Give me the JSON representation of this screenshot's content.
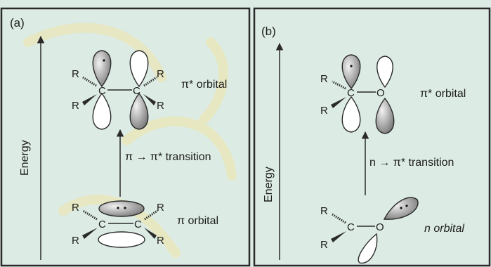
{
  "panels": [
    {
      "tag": "(a)",
      "energy_label": "Energy",
      "upper_label": "π* orbital",
      "lower_label": "π orbital",
      "transition_label": "π → π* transition",
      "substituent": "R",
      "carbon": "C"
    },
    {
      "tag": "(b)",
      "energy_label": "Energy",
      "upper_label": "π* orbital",
      "lower_label": "n orbital",
      "transition_label": "n → π* transition",
      "substituent": "R",
      "carbon": "C",
      "oxygen": "O"
    }
  ],
  "colors": {
    "background": "#dcebe4",
    "frame": "#2a2a2a",
    "shaded_lobe": "#8c8c8c",
    "open_lobe": "#ffffff",
    "watermark": "#f0e6a8"
  },
  "icons": [
    "energy-arrow",
    "transition-arrow",
    "filled-lobe",
    "open-lobe",
    "electron-dot"
  ]
}
